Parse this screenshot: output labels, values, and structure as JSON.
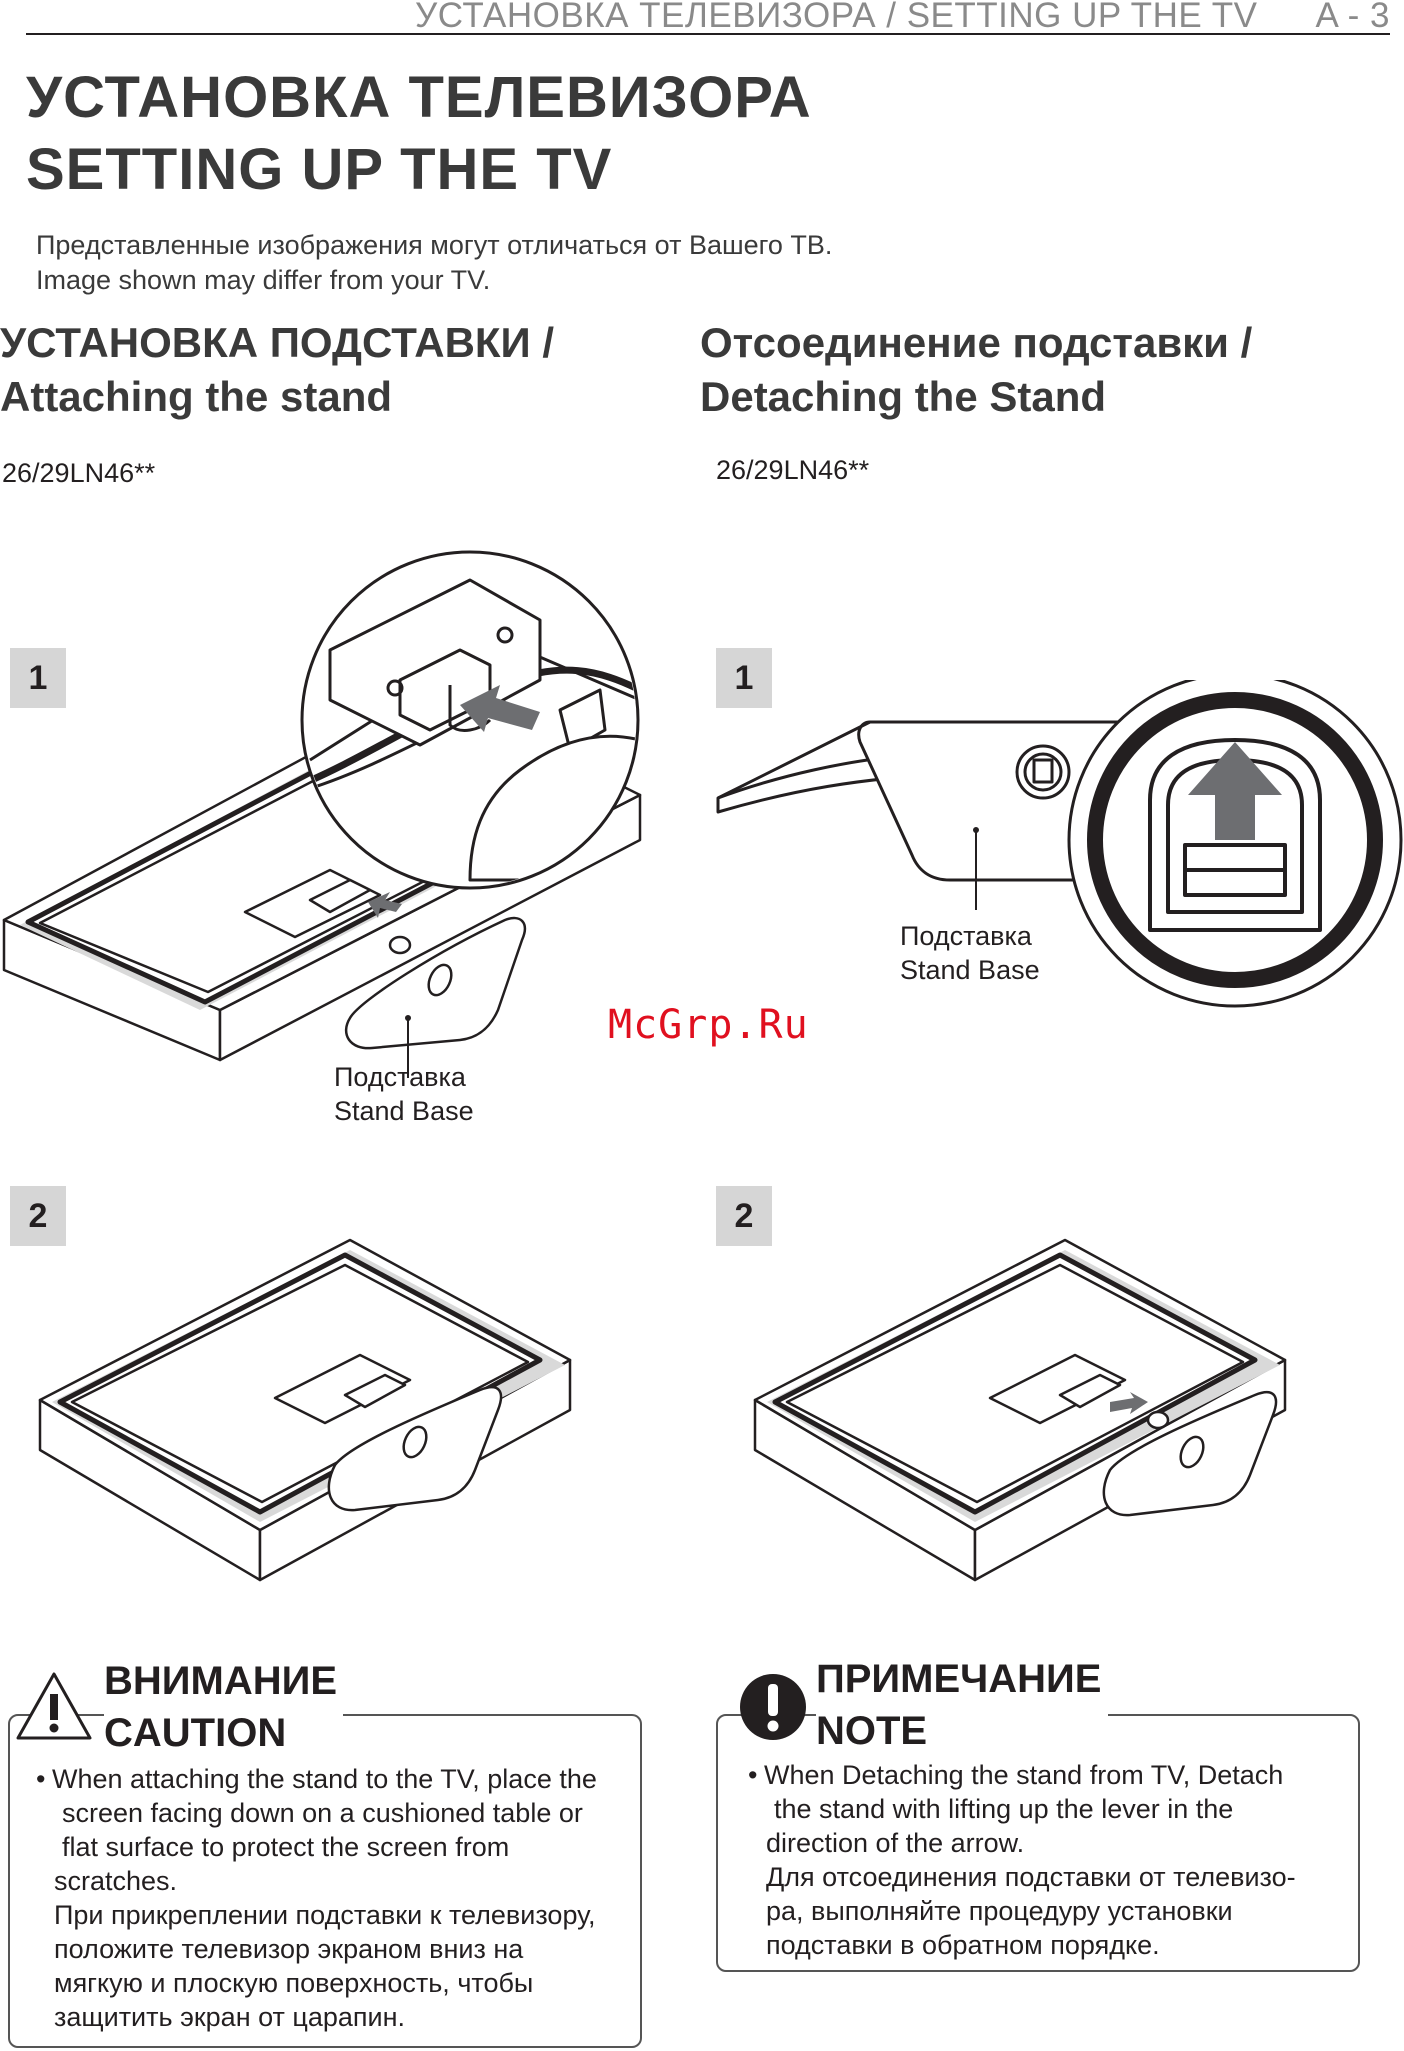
{
  "header": {
    "section_title": "УСТАНОВКА ТЕЛЕВИЗОРА / SETTING UP THE TV",
    "page_number": "A - 3"
  },
  "title": {
    "ru": "УСТАНОВКА ТЕЛЕВИЗОРА",
    "en": "SETTING UP THE TV"
  },
  "intro": {
    "ru": "Представленные изображения могут отличаться от Вашего ТВ.",
    "en": "Image shown may differ from your TV."
  },
  "attach": {
    "heading_ru": "УСТАНОВКА ПОДСТАВКИ /",
    "heading_en": "Attaching the stand",
    "model": "26/29LN46**",
    "step1": "1",
    "step2": "2",
    "callout_ru": "Подставка",
    "callout_en": "Stand Base"
  },
  "detach": {
    "heading_ru": "Отсоединение подставки /",
    "heading_en": "Detaching the Stand",
    "model": "26/29LN46**",
    "step1": "1",
    "step2": "2",
    "callout_ru": "Подставка",
    "callout_en": "Stand Base"
  },
  "watermark": "McGrp.Ru",
  "caution": {
    "title_ru": "ВНИМАНИЕ",
    "title_en": "CAUTION",
    "icon": "warning-triangle-icon",
    "lines": [
      "When attaching the stand to the TV, place the",
      "screen facing down on a cushioned table or",
      "flat surface to protect the screen from",
      "scratches.",
      "При прикреплении подставки к телевизору,",
      "положите телевизор экраном вниз на",
      "мягкую и плоскую поверхность, чтобы",
      "защитить экран от царапин."
    ]
  },
  "note": {
    "title_ru": "ПРИМЕЧАНИЕ",
    "title_en": "NOTE",
    "icon": "exclamation-circle-icon",
    "lines": [
      "When Detaching the stand from TV, Detach",
      "the stand with lifting up the lever in the",
      "direction of the arrow.",
      "Для отсоединения подставки от телевизо-",
      "ра, выполняйте процедуру установки",
      "подставки в обратном порядке."
    ]
  },
  "colors": {
    "text": "#231f20",
    "heading_gray": "#3a3a3a",
    "header_gray": "#8a8a8a",
    "step_badge": "#d6d6d6",
    "watermark_red": "#e0101f",
    "arrow_gray": "#6d6e71"
  }
}
